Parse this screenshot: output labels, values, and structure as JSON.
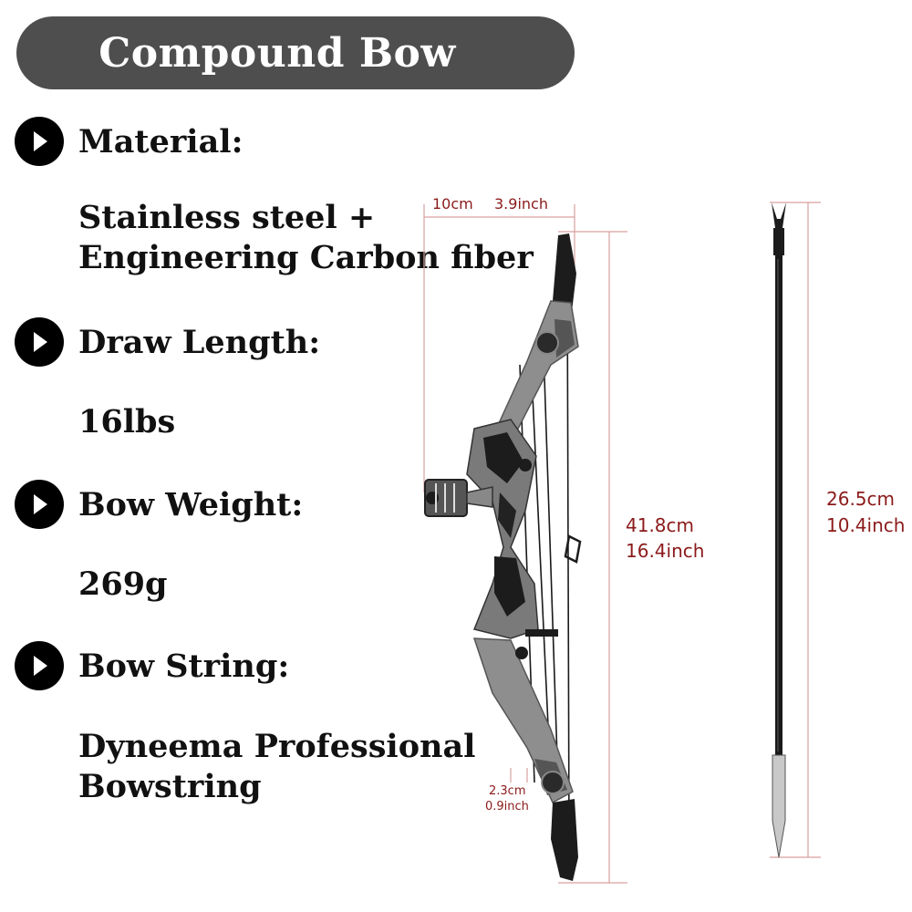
{
  "title": "Compound Bow",
  "specs": [
    {
      "label": "Material:",
      "value_lines": [
        "Stainless steel +",
        "Engineering Carbon fiber"
      ]
    },
    {
      "label": "Draw Length:",
      "value_lines": [
        "16lbs"
      ]
    },
    {
      "label": "Bow Weight:",
      "value_lines": [
        "269g"
      ]
    },
    {
      "label": "Bow String:",
      "value_lines": [
        "Dyneema Professional",
        "Bowstring"
      ]
    }
  ],
  "dimensions": {
    "bow_width_cm": "10cm",
    "bow_width_in": "3.9inch",
    "bow_height_cm": "41.8cm",
    "bow_height_in": "16.4inch",
    "arrow_length_cm": "26.5cm",
    "arrow_length_in": "10.4inch",
    "small_cm": "2.3cm",
    "small_in": "0.9inch"
  },
  "colors": {
    "title_bar": "#4e4e4e",
    "dimension_text": "#8b1a1a",
    "dimension_line": "#d9a0a0"
  },
  "icons": [
    "play-bullet-icon"
  ]
}
